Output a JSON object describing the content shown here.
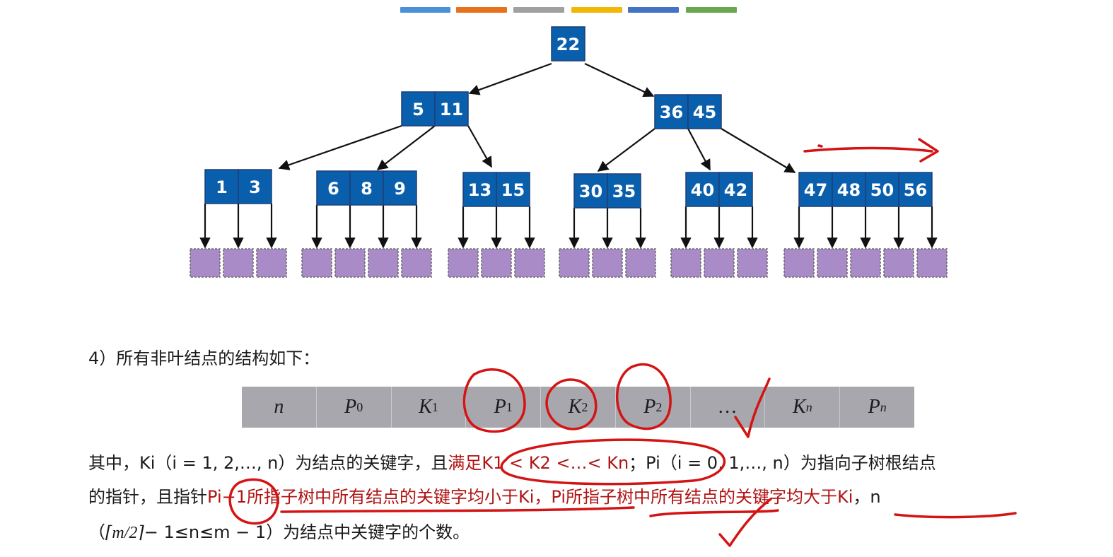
{
  "legend_colors": [
    "#4a90d9",
    "#e8711e",
    "#a0a0a0",
    "#f2b705",
    "#4472c4",
    "#6aa84f"
  ],
  "tree": {
    "colors": {
      "node_fill": "#0a5fad",
      "node_stroke": "#1d3f78",
      "leaf_fill": "#a98bc8",
      "leaf_stroke": "#6b6b6b"
    },
    "root": [
      "22"
    ],
    "level1": [
      [
        "5",
        "11"
      ],
      [
        "36",
        "45"
      ]
    ],
    "level2": [
      [
        "1",
        "3"
      ],
      [
        "6",
        "8",
        "9"
      ],
      [
        "13",
        "15"
      ],
      [
        "30",
        "35"
      ],
      [
        "40",
        "42"
      ],
      [
        "47",
        "48",
        "50",
        "56"
      ]
    ]
  },
  "text": {
    "heading": "4）所有非叶结点的结构如下：",
    "struct": [
      {
        "base": "n",
        "sub": ""
      },
      {
        "base": "P",
        "sub": "0"
      },
      {
        "base": "K",
        "sub": "1"
      },
      {
        "base": "P",
        "sub": "1"
      },
      {
        "base": "K",
        "sub": "2"
      },
      {
        "base": "P",
        "sub": "2"
      },
      {
        "base": "…",
        "sub": ""
      },
      {
        "base": "K",
        "sub": "n"
      },
      {
        "base": "P",
        "sub": "n"
      }
    ],
    "p1_a": "其中，Ki（i = 1, 2,…, n）为结点的关键字，且",
    "p1_b": "满足K1 < K2 <…< Kn",
    "p1_c": "；Pi（i = 0, 1,…, n）为指向子树根结点",
    "p2_a": "的指针，且指针",
    "p2_b": "Pi−1所指子树中所有结点的关键字均小于Ki，Pi所指子树中所有结点的关键字均大于Ki",
    "p2_c": "，n",
    "p3_a": "（",
    "p3_ceil": "⌈m/2⌉",
    "p3_b": "− 1≤n≤m − 1）为结点中关键字的个数。"
  }
}
